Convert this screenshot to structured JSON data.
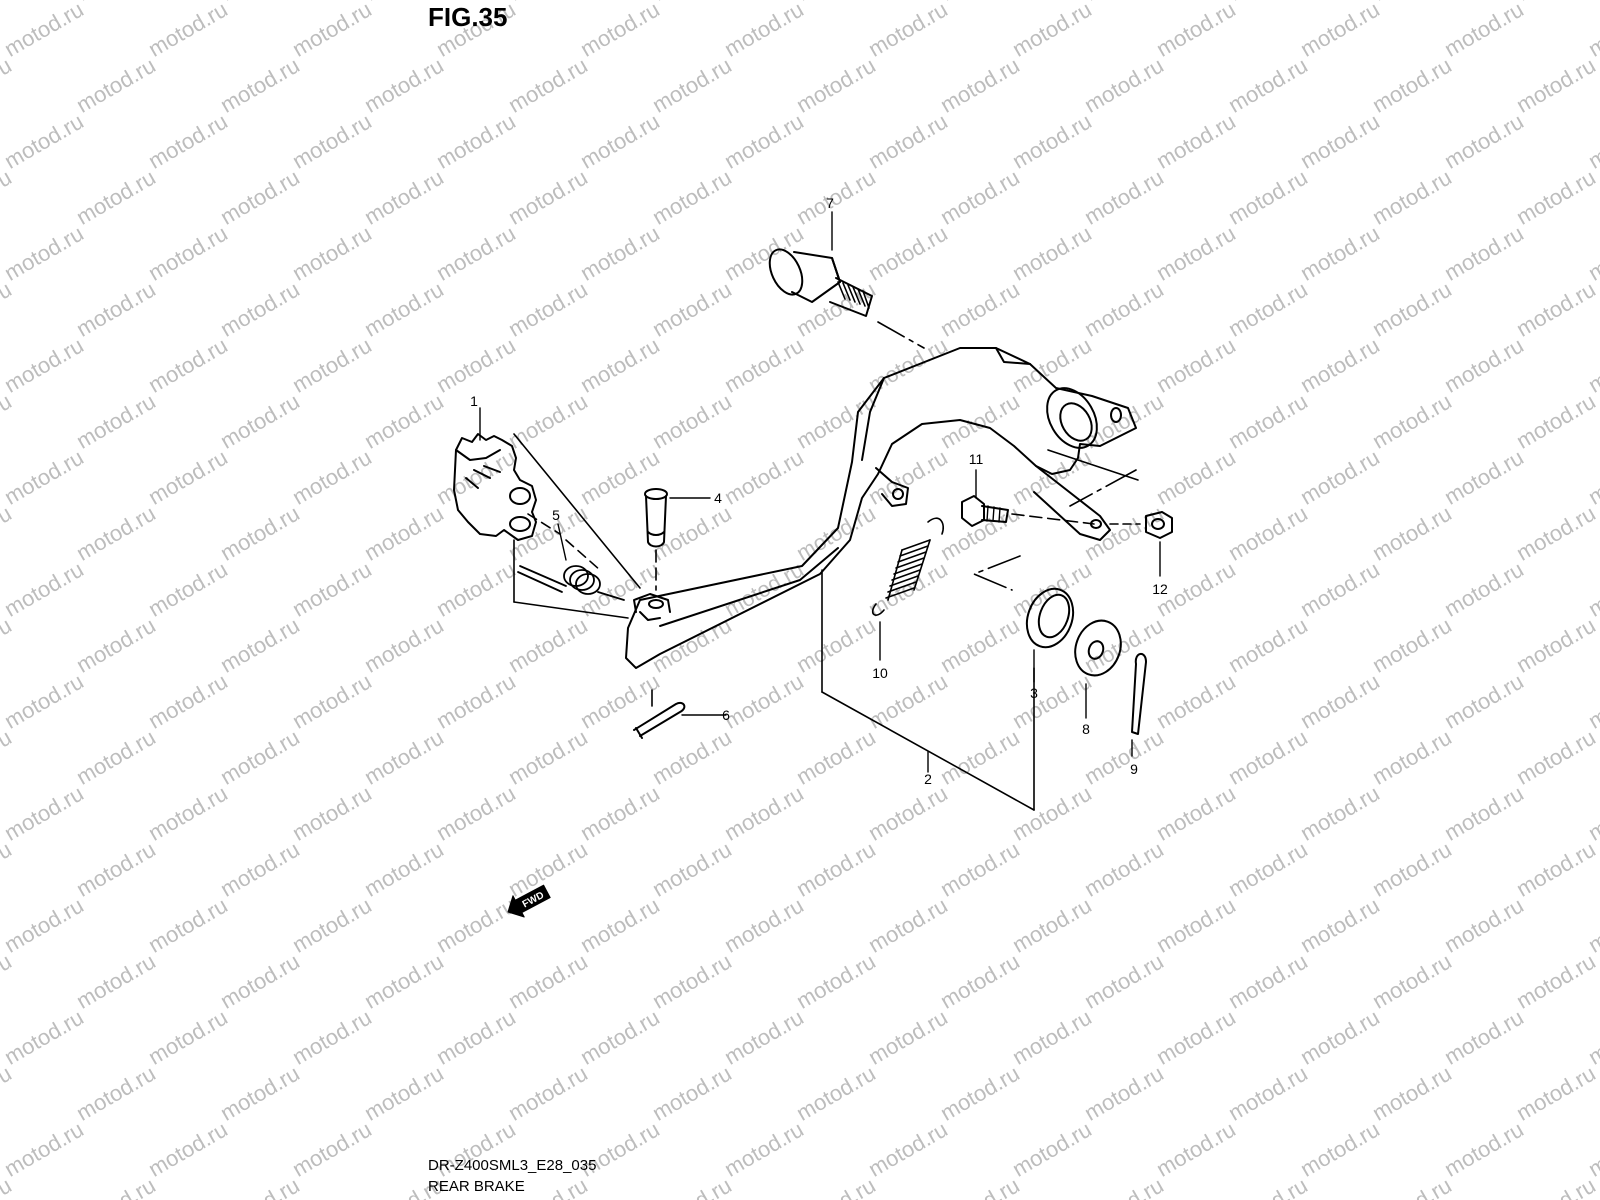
{
  "figure": {
    "title": "FIG.35",
    "model_code": "DR-Z400SML3_E28_035",
    "caption": "REAR BRAKE"
  },
  "watermark": {
    "text": "motod.ru"
  },
  "fwd_badge": {
    "label": "FWD"
  },
  "parts": [
    {
      "number": "1"
    },
    {
      "number": "2"
    },
    {
      "number": "3"
    },
    {
      "number": "4"
    },
    {
      "number": "5"
    },
    {
      "number": "6"
    },
    {
      "number": "7"
    },
    {
      "number": "8"
    },
    {
      "number": "9"
    },
    {
      "number": "10"
    },
    {
      "number": "11"
    },
    {
      "number": "12"
    }
  ]
}
